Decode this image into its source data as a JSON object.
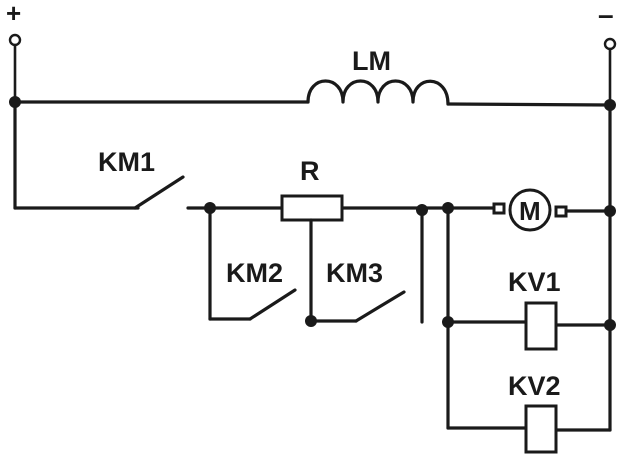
{
  "labels": {
    "plus": "+",
    "minus": "–",
    "lm": "LM",
    "km1": "KM1",
    "r": "R",
    "km2": "KM2",
    "km3": "KM3",
    "motor": "M",
    "kv1": "KV1",
    "kv2": "KV2"
  }
}
